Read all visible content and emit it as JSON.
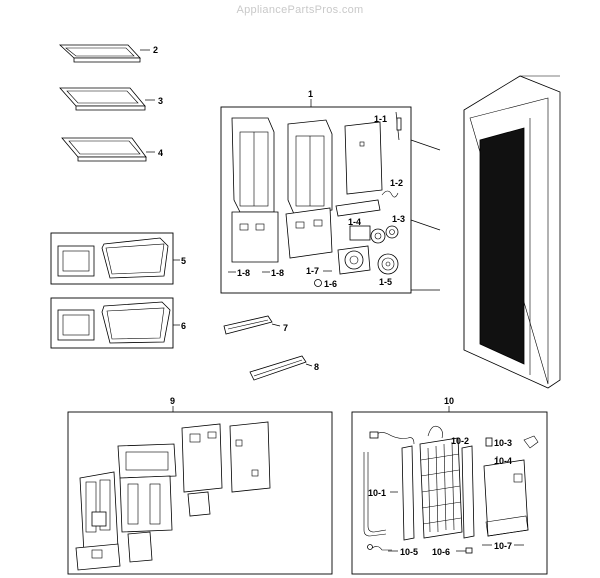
{
  "watermark": "AppliancePartsPros.com",
  "callouts": {
    "c1": "1",
    "c2": "2",
    "c3": "3",
    "c4": "4",
    "c5": "5",
    "c6": "6",
    "c7": "7",
    "c8": "8",
    "c9": "9",
    "c10": "10",
    "c1_1": "1-1",
    "c1_2": "1-2",
    "c1_3": "1-3",
    "c1_4": "1-4",
    "c1_5": "1-5",
    "c1_6": "1-6",
    "c1_7": "1-7",
    "c1_8a": "1-8",
    "c1_8b": "1-8",
    "c10_1": "10-1",
    "c10_2": "10-2",
    "c10_3": "10-3",
    "c10_4": "10-4",
    "c10_5": "10-5",
    "c10_6": "10-6",
    "c10_7": "10-7"
  }
}
